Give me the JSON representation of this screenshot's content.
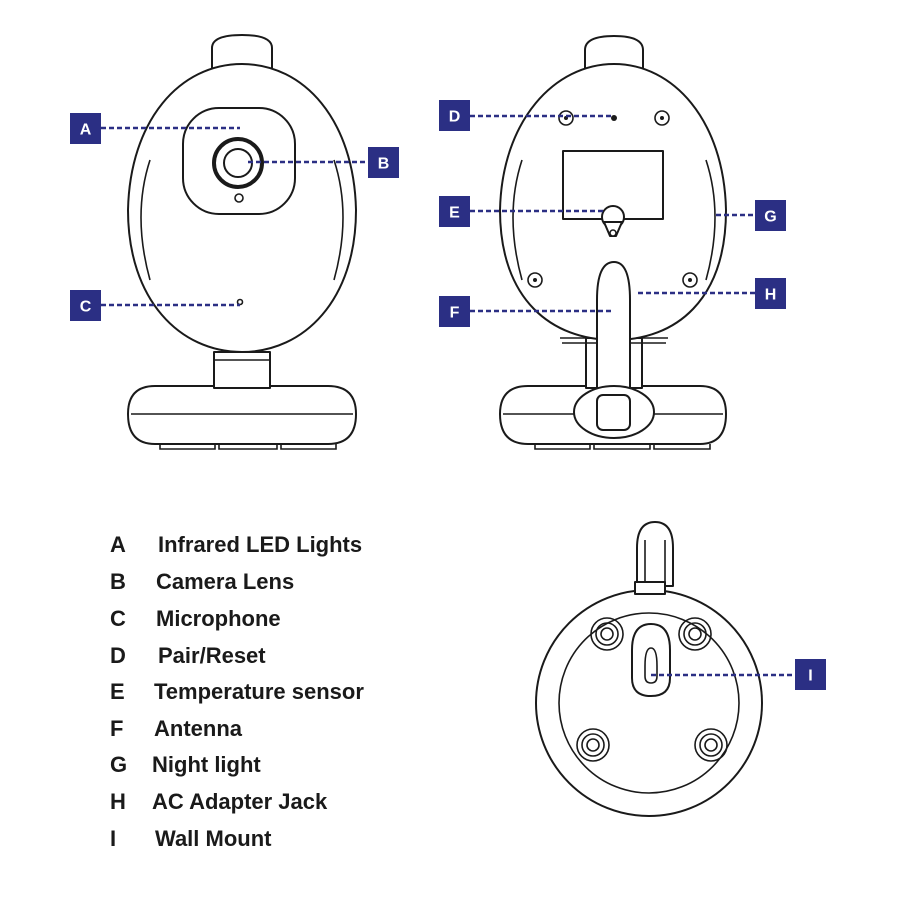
{
  "colors": {
    "accent": "#2b2f84",
    "line": "#1a1a1a",
    "background": "#ffffff"
  },
  "callouts": {
    "A": "A",
    "B": "B",
    "C": "C",
    "D": "D",
    "E": "E",
    "F": "F",
    "G": "G",
    "H": "H",
    "I": "I"
  },
  "legend": [
    {
      "key": "A",
      "label": "Infrared LED Lights"
    },
    {
      "key": "B",
      "label": "Camera Lens"
    },
    {
      "key": "C",
      "label": "Microphone"
    },
    {
      "key": "D",
      "label": "Pair/Reset"
    },
    {
      "key": "E",
      "label": "Temperature sensor"
    },
    {
      "key": "F",
      "label": "Antenna"
    },
    {
      "key": "G",
      "label": "Night light"
    },
    {
      "key": "H",
      "label": "AC Adapter Jack"
    },
    {
      "key": "I",
      "label": "Wall Mount"
    }
  ]
}
